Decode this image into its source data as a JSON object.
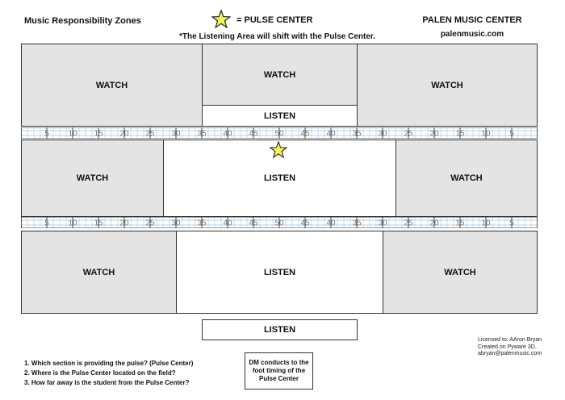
{
  "header": {
    "title": "Music Responsibility Zones",
    "legend_label": "= PULSE CENTER",
    "note": "*The Listening Area will shift with the Pulse Center.",
    "brand": "PALEN MUSIC CENTER",
    "url": "palenmusic.com"
  },
  "zones": {
    "row1": {
      "left": "WATCH",
      "center_top": "WATCH",
      "center_bottom": "LISTEN",
      "right": "WATCH"
    },
    "row2": {
      "left": "WATCH",
      "center": "LISTEN",
      "right": "WATCH"
    },
    "row3": {
      "left": "WATCH",
      "center": "LISTEN",
      "right": "WATCH"
    },
    "bottom_listen": "LISTEN"
  },
  "yardline_numbers": [
    "5",
    "10",
    "15",
    "20",
    "25",
    "30",
    "35",
    "40",
    "45",
    "50",
    "45",
    "40",
    "35",
    "30",
    "25",
    "20",
    "15",
    "10",
    "5"
  ],
  "credits": {
    "line1": "Licensed to: AAron Bryan",
    "line2": "Created on Pyware 3D.",
    "email": "abryan@palenmusic.com"
  },
  "questions": [
    "1. Which section is providing the pulse? (Pulse Center)",
    "2. Where is the Pulse Center located on the field?",
    "3. How far away is the student from the Pulse Center?"
  ],
  "dm_note": "DM conducts to the foot timing of the Pulse Center",
  "colors": {
    "star_fill": "#f2f25a",
    "star_stroke": "#222222",
    "zone_gray": "#e4e4e4",
    "grid_blue": "#6aa8d8"
  },
  "icons": {
    "legend": "star-icon",
    "pulse_center": "star-icon"
  }
}
